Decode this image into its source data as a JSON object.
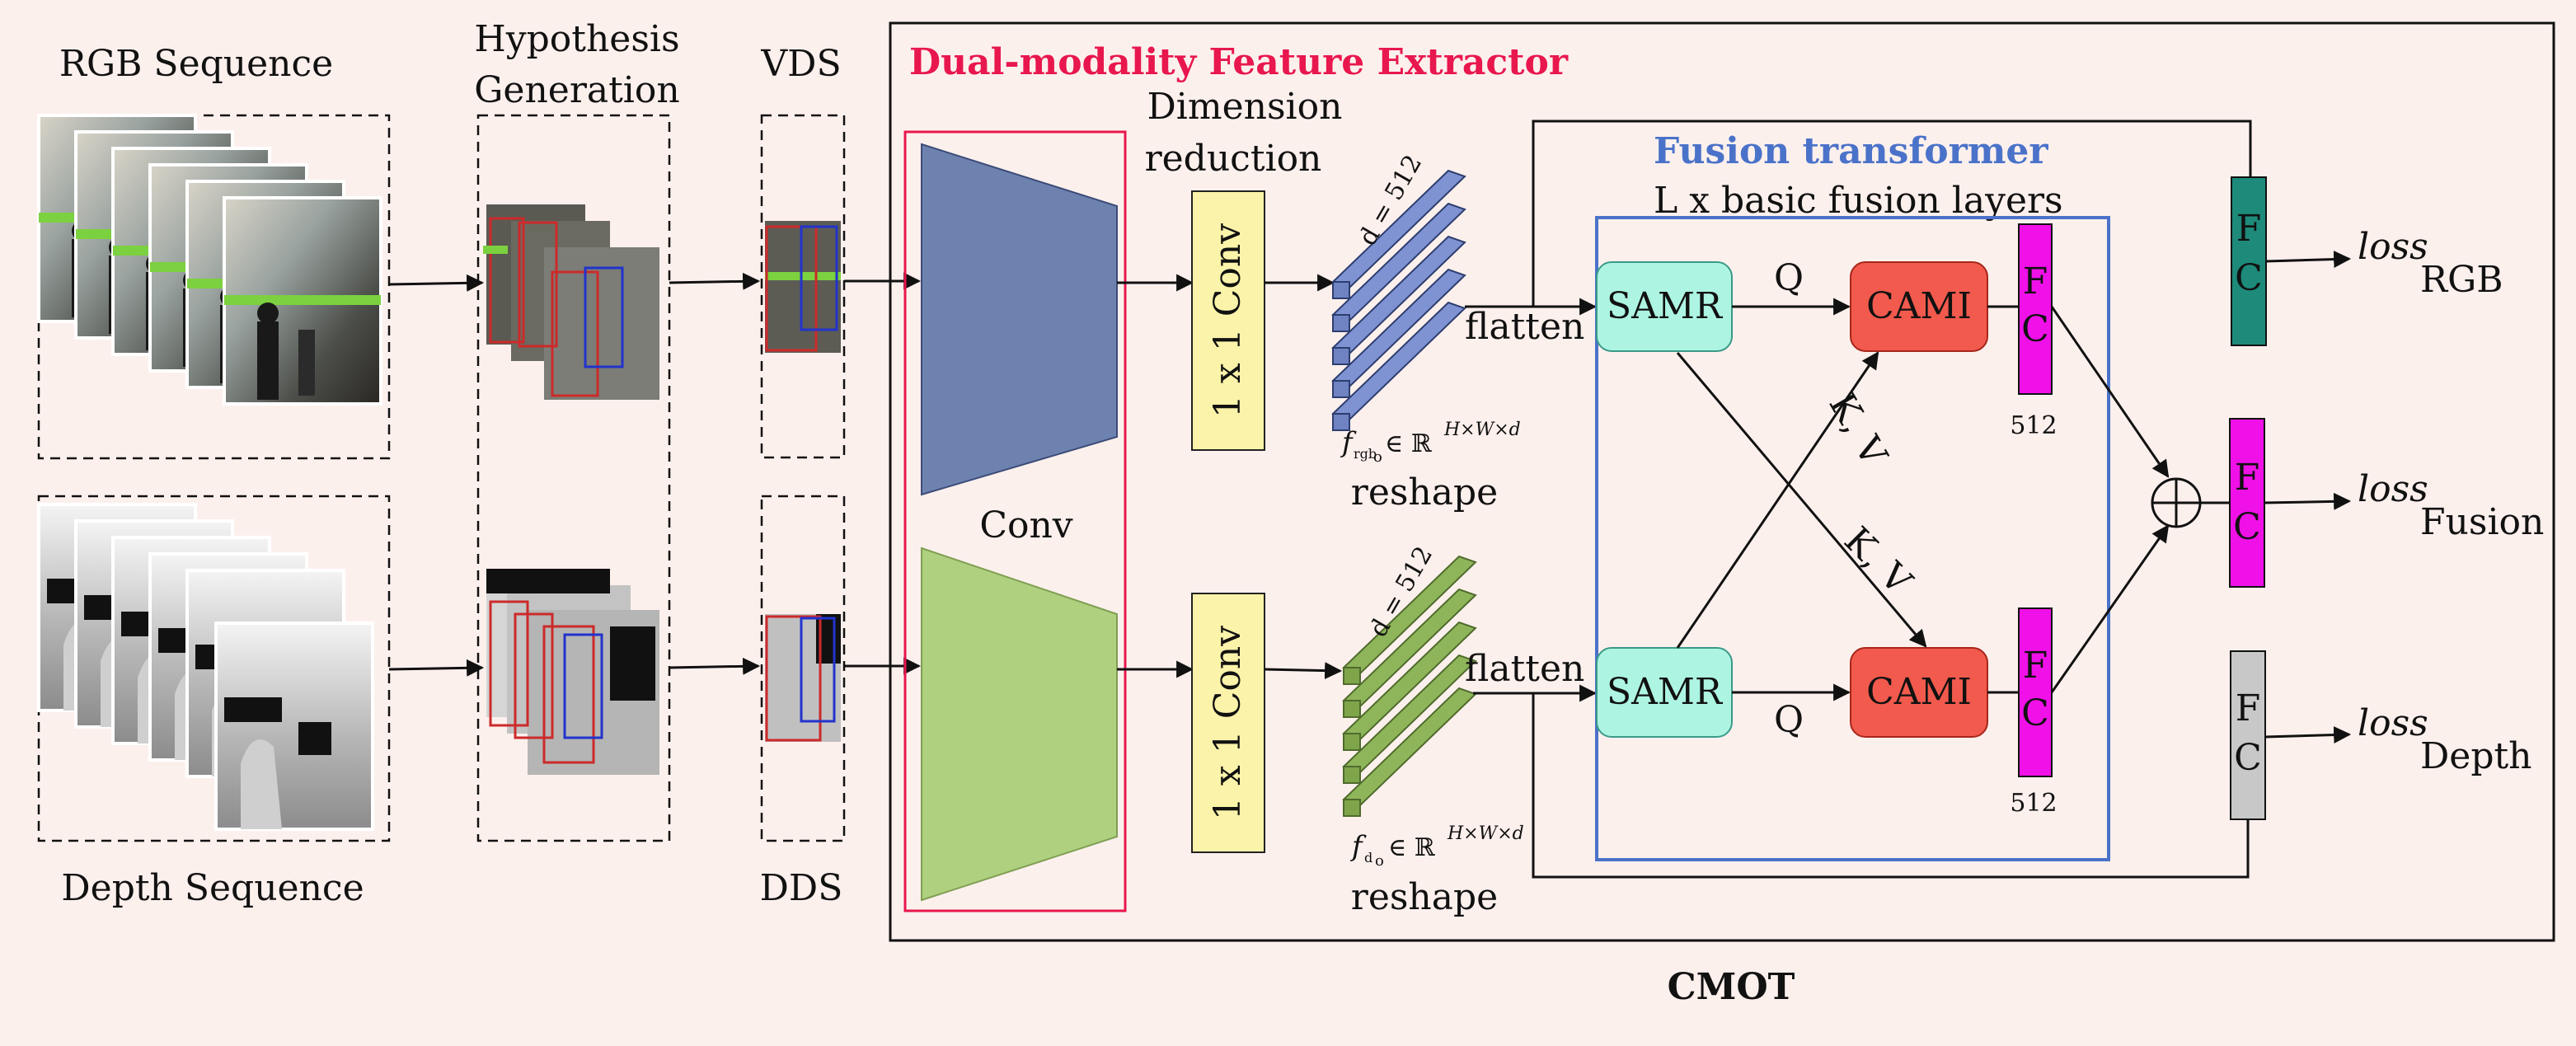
{
  "labels": {
    "rgb_sequence": "RGB Sequence",
    "depth_sequence": "Depth Sequence",
    "hypothesis_line1": "Hypothesis",
    "hypothesis_line2": "Generation",
    "vds": "VDS",
    "dds": "DDS",
    "extractor_title": "Dual-modality Feature Extractor",
    "conv": "Conv",
    "dim_red_line1": "Dimension",
    "dim_red_line2": "reduction",
    "conv1x1": "1 x 1 Conv",
    "d512": "d = 512",
    "flatten": "flatten",
    "reshape": "reshape",
    "f_rgb_main": "f",
    "f_rgb_sub": "rgb",
    "f_rgb_sub2": "o",
    "f_depth_main": "f",
    "f_depth_sub": "d",
    "f_depth_sub2": "o",
    "in_R": "∈ ℝ",
    "hwd": "H×W×d",
    "fusion_title": "Fusion transformer",
    "fusion_sub": "L x basic fusion layers",
    "samr": "SAMR",
    "cami": "CAMI",
    "q": "Q",
    "kv": "K, V",
    "fc_f": "F",
    "fc_c": "C",
    "dim512": "512",
    "loss": "loss",
    "loss_rgb_sub": "RGB",
    "loss_fusion_sub": "Fusion",
    "loss_depth_sub": "Depth",
    "cmot": "CMOT"
  },
  "colors": {
    "background": "#fcf0ed",
    "extractor_title": "#e8174d",
    "extractor_box": "#e8174d",
    "fusion_title": "#4a72c9",
    "fusion_box": "#4a72c9",
    "conv_rgb": "#6e82b0",
    "conv_depth": "#aed07f",
    "conv1x1": "#fbf3a9",
    "rgb_stack": "#7f93d3",
    "depth_stack": "#8fb55a",
    "samr": "#adf5e2",
    "cami": "#f15a4d",
    "fc_magenta": "#f010e8",
    "fc_rgb": "#1d8a7a",
    "fc_depth": "#c8c8c8",
    "person_box_red": "#cc2a2a",
    "person_box_blue": "#2233cc"
  }
}
